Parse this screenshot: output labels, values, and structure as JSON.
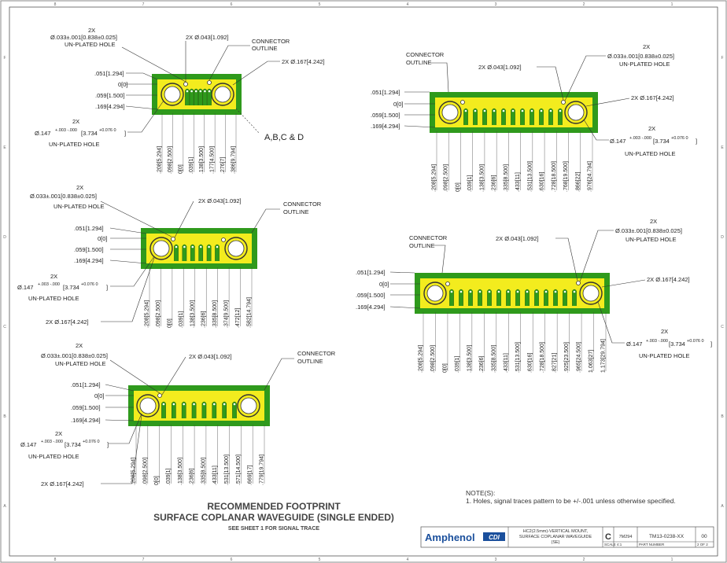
{
  "border": {
    "cols_top": [
      "8",
      "7",
      "6",
      "5",
      "4",
      "3",
      "2",
      "1"
    ],
    "cols_bottom": [
      "8",
      "7",
      "6",
      "5",
      "4",
      "3",
      "2",
      "1"
    ],
    "rows": [
      "F",
      "E",
      "D",
      "C",
      "B",
      "A"
    ]
  },
  "labels": {
    "hole_small": "Ø.033±.001[0.838±0.025]",
    "unplated_hole": "UN-PLATED HOLE",
    "two_x": "2X",
    "dia_043": "2X Ø.043[1.092]",
    "dia_167": "2X Ø.167[4.242]",
    "connector_outline": "CONNECTOR OUTLINE",
    "connector": "CONNECTOR",
    "outline": "OUTLINE",
    "abcd": "A,B,C & D",
    "big_hole_top": "Ø.147",
    "big_hole_tol": "+.003 -.000",
    "big_hole_mm": "[3.734",
    "big_hole_mm_tol": "+0.076 0",
    "big_hole_close": "]",
    "v051": ".051[1.294]",
    "v0": "0[0]",
    "v059": ".059[1.500]",
    "v169": ".169[4.294]"
  },
  "views": {
    "v1_dims": [
      ".208[5.294]",
      ".098[2.500]",
      "0[0]",
      ".039[1]",
      ".138[3.500]",
      ".177[4.500]",
      ".276[7]",
      ".386[9.794]"
    ],
    "v2_dims": [
      ".208[5.294]",
      ".098[2.500]",
      "0[0]",
      ".039[1]",
      ".138[3.500]",
      ".236[6]",
      ".335[8.500]",
      ".374[9.500]",
      ".472[12]",
      ".582[14.794]"
    ],
    "v3_dims": [
      ".208[5.294]",
      ".098[2.500]",
      "0[0]",
      ".039[1]",
      ".138[3.500]",
      ".236[6]",
      ".335[8.500]",
      ".433[11]",
      ".531[13.500]",
      ".571[14.500]",
      ".669[17]",
      ".779[19.794]"
    ],
    "v4_dims": [
      ".208[5.294]",
      ".098[2.500]",
      "0[0]",
      ".039[1]",
      ".138[3.500]",
      ".236[6]",
      ".335[8.500]",
      ".433[11]",
      ".531[13.500]",
      ".630[16]",
      ".728[18.500]",
      ".768[19.500]",
      ".866[22]",
      ".976[24.794]"
    ],
    "v5_dims": [
      ".208[5.294]",
      ".098[2.500]",
      "0[0]",
      ".039[1]",
      ".138[3.500]",
      ".236[6]",
      ".335[8.500]",
      ".433[11]",
      ".531[13.500]",
      ".630[16]",
      ".728[18.500]",
      ".827[21]",
      ".925[23.500]",
      ".965[24.500]",
      "1.063[27]",
      "1.173[29.794]"
    ]
  },
  "title_block": {
    "heading1": "RECOMMENDED FOOTPRINT",
    "heading2": "SURFACE COPLANAR WAVEGUIDE  (SINGLE ENDED)",
    "heading3": "SEE SHEET 1 FOR SIGNAL TRACE",
    "notes_title": "NOTE(S):",
    "note1": "1.  Holes, signal traces pattern to be +/-.001 unless otherwise specified.",
    "company": "Amphenol",
    "company_tag": "CDI",
    "desc1": "HC2(2.5mm)-VERTICAL MOUNT,",
    "desc2": "SURFACE COPLANAR WAVEGUIDE",
    "desc3": "(SE)",
    "size": "C",
    "cage": "7M294",
    "drawing_number": "TM13-0238-XX",
    "rev": "00",
    "scale": "SCALE 4:1",
    "part_number": "PART NUMBER",
    "sheet": "2 OF 2"
  },
  "colors": {
    "board_green": "#2f9a1c",
    "pad_yellow": "#f3ec1e",
    "line": "#333333",
    "brand_blue": "#1a4f9c"
  }
}
